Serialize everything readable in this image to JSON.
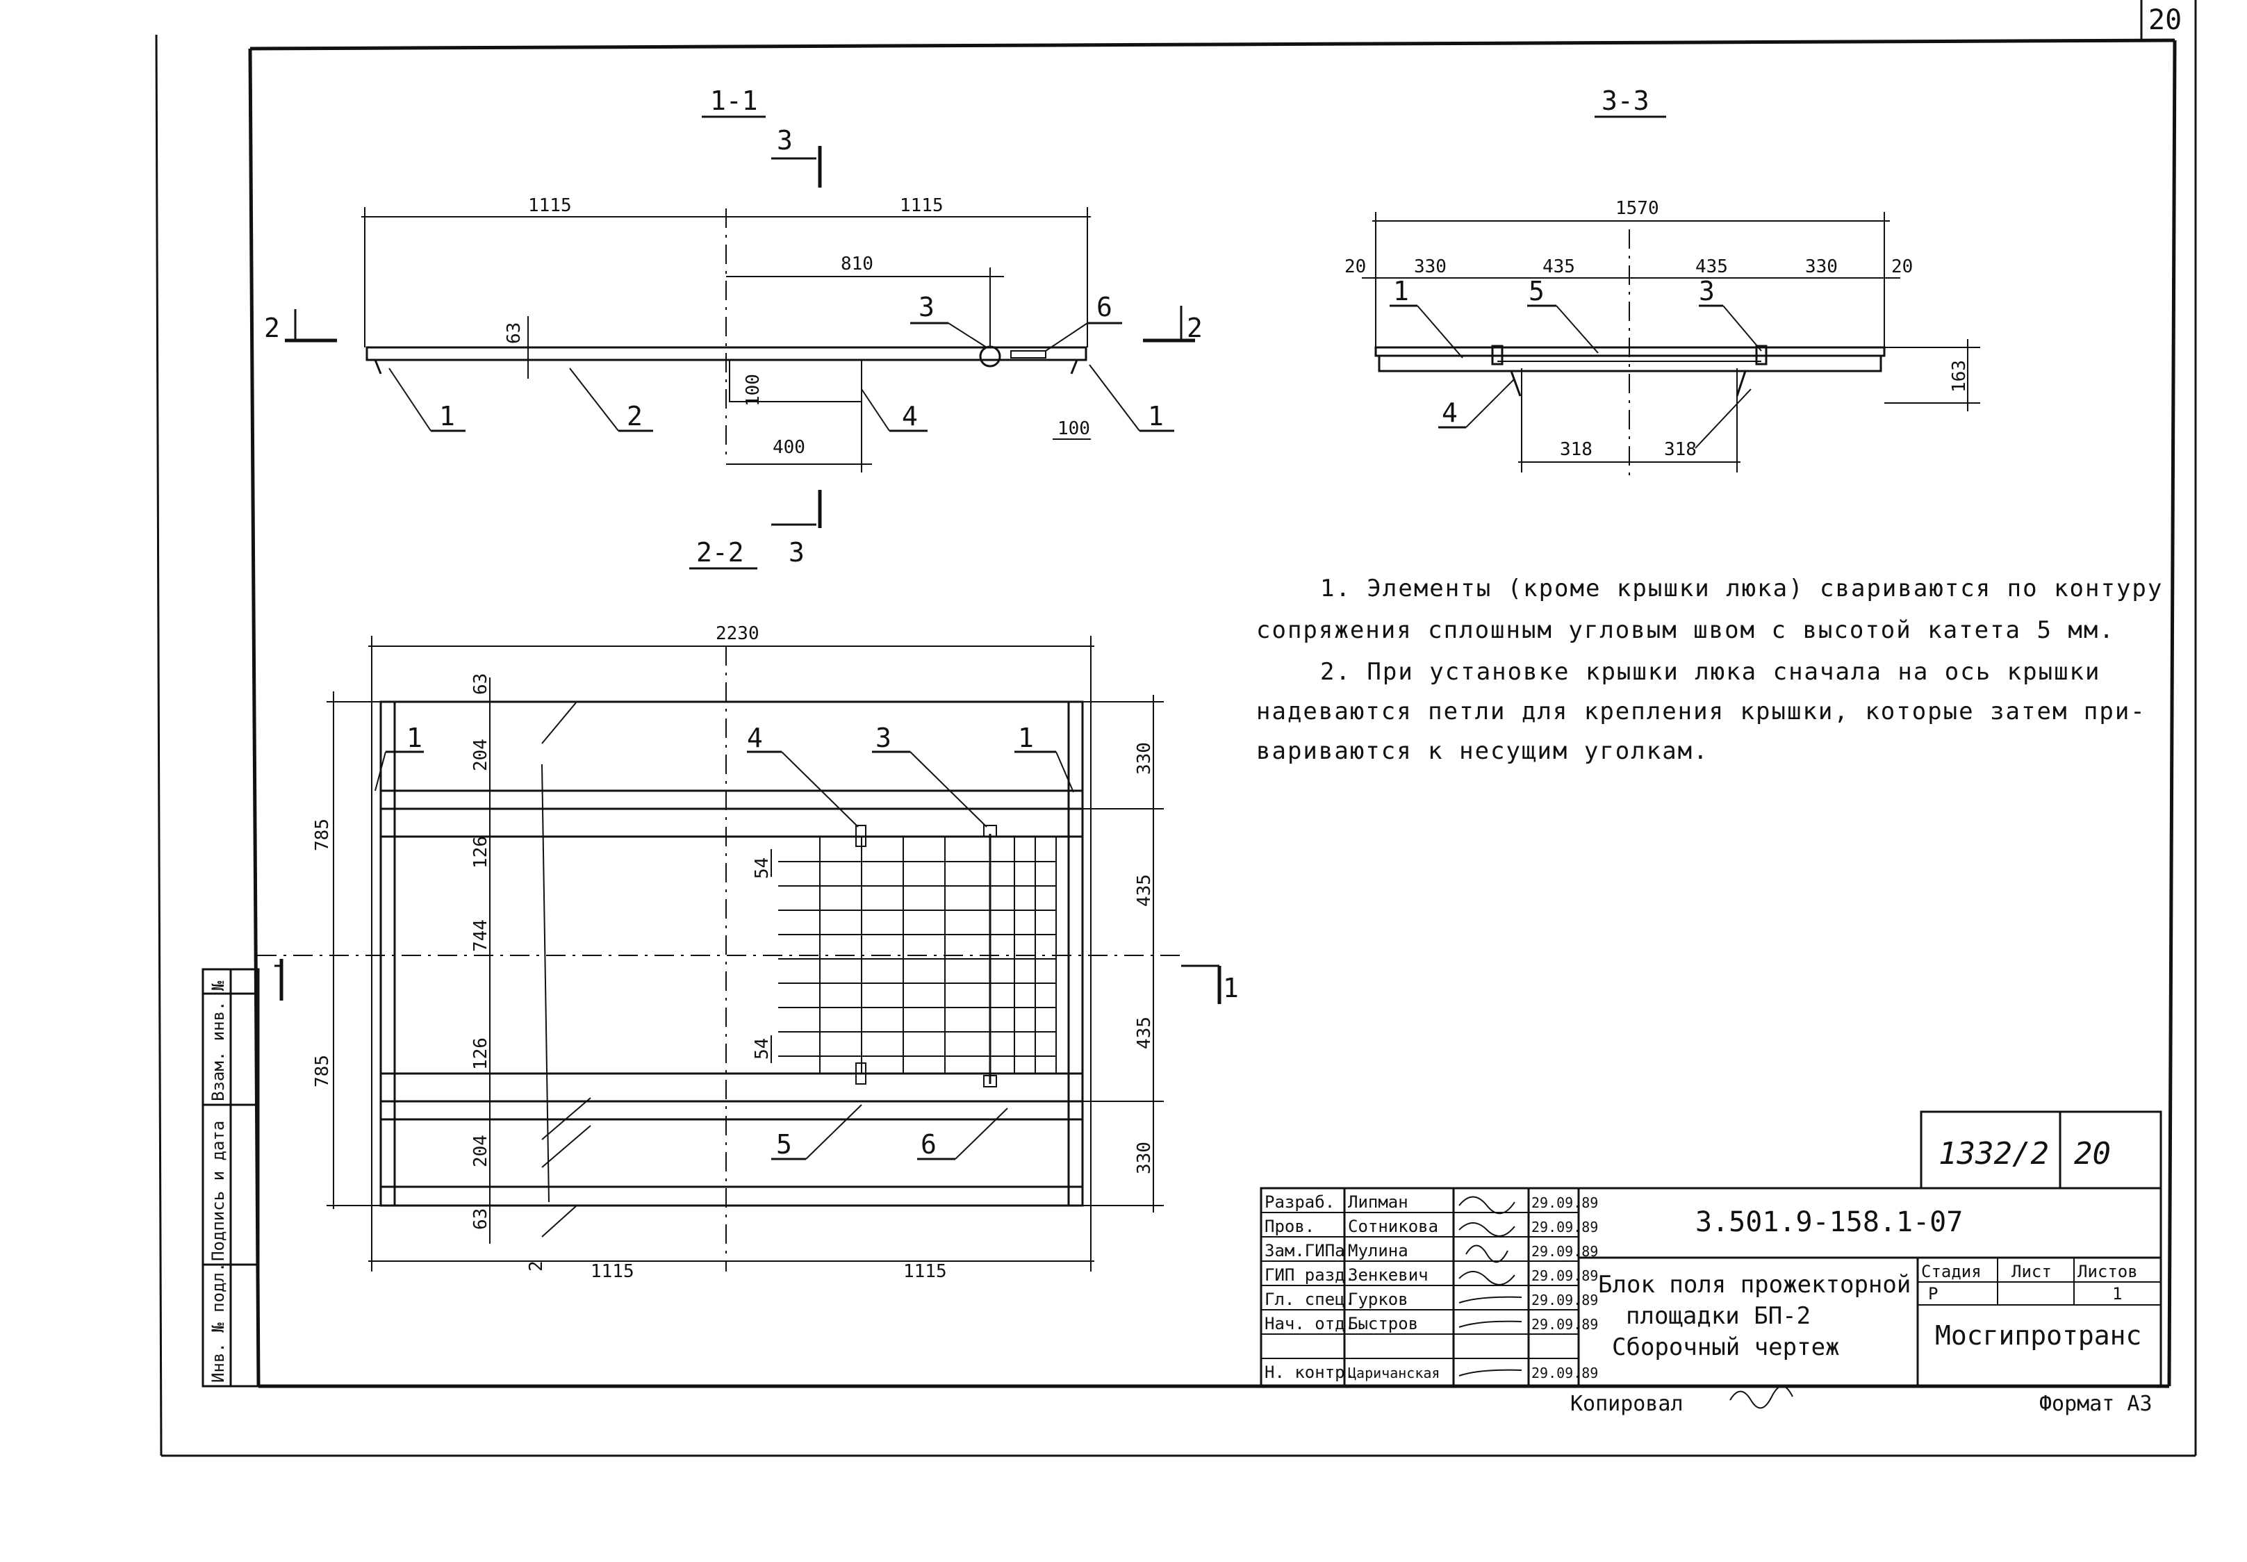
{
  "sheet": {
    "sheet_no_corner": "20",
    "stamp_no": "1332/2",
    "stamp_sheet": "20",
    "copied_label": "Копировал",
    "format_label": "Формат А3"
  },
  "views": {
    "section_1_1": "1-1",
    "section_2_2": "2-2",
    "section_3_3": "3-3",
    "cut_3": "3",
    "cut_2": "2",
    "cut_1": "1"
  },
  "dims": {
    "d1115": "1115",
    "d810": "810",
    "d63": "63",
    "d100": "100",
    "d400": "400",
    "d1570": "1570",
    "d20": "20",
    "d330": "330",
    "d435": "435",
    "d318": "318",
    "d163": "163",
    "d2230": "2230",
    "d785": "785",
    "d204": "204",
    "d126": "126",
    "d744": "744",
    "d54": "54",
    "d2": "2"
  },
  "callouts": {
    "p1": "1",
    "p2": "2",
    "p3": "3",
    "p4": "4",
    "p5": "5",
    "p6": "6"
  },
  "notes": {
    "line1": "1. Элементы (кроме крышки люка) свариваются по контуру",
    "line2": "сопряжения сплошным угловым швом с высотой катета 5 мм.",
    "line3": "2. При установке крышки люка сначала на ось крышки",
    "line4": "надеваются петли для крепления крышки, которые затем при-",
    "line5": "вариваются к несущим уголкам."
  },
  "side_stamp": {
    "inv_orig": "Инв. № подл.",
    "sign_date": "Подпись и дата",
    "inv_repl": "Взам. инв. №"
  },
  "title_block": {
    "roles": [
      "Разраб.",
      "Пров.",
      "Зам.ГИПа",
      "ГИП разд.",
      "Гл. спец.",
      "Нач. отд.",
      "",
      "Н. контр."
    ],
    "names": [
      "Липман",
      "Сотникова",
      "Мулина",
      "Зенкевич",
      "Гурков",
      "Быстров",
      "",
      "Царичанская"
    ],
    "dates": [
      "29.09.89",
      "29.09.89",
      "29.09.89",
      "29.09.89",
      "29.09.89",
      "29.09.89",
      "",
      "29.09.89"
    ],
    "doc_code": "3.501.9-158.1-07",
    "title_line1": "Блок поля прожекторной",
    "title_line2": "площадки БП-2",
    "title_line3": "Сборочный чертеж",
    "stage_label": "Стадия",
    "sheet_label": "Лист",
    "sheets_label": "Листов",
    "stage_val": "Р",
    "sheets_val": "1",
    "org": "Мосгипротранс"
  }
}
